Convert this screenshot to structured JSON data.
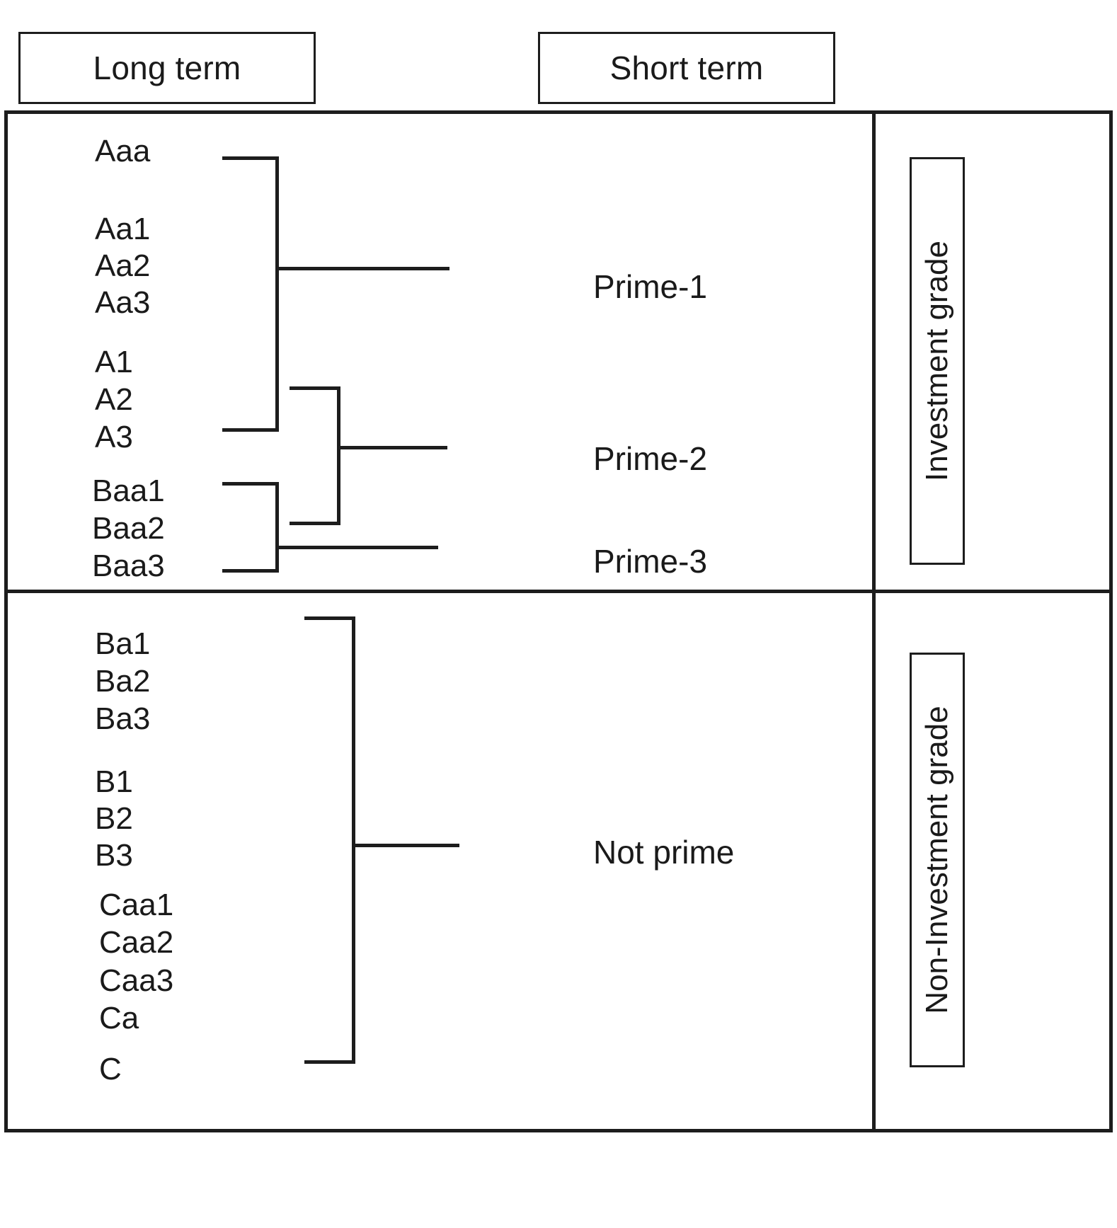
{
  "headers": {
    "long_term": "Long term",
    "short_term": "Short term"
  },
  "sections": [
    {
      "id": "investment",
      "grade_label": "Investment grade",
      "long_term_groups": [
        {
          "id": "aaa",
          "ratings": [
            "Aaa"
          ]
        },
        {
          "id": "aa",
          "ratings": [
            "Aa1",
            "Aa2",
            "Aa3"
          ]
        },
        {
          "id": "a",
          "ratings": [
            "A1",
            "A2",
            "A3"
          ]
        },
        {
          "id": "baa",
          "ratings": [
            "Baa1",
            "Baa2",
            "Baa3"
          ]
        }
      ],
      "short_term": [
        "Prime-1",
        "Prime-2",
        "Prime-3"
      ]
    },
    {
      "id": "non-investment",
      "grade_label": "Non-Investment grade",
      "long_term_groups": [
        {
          "id": "ba",
          "ratings": [
            "Ba1",
            "Ba2",
            "Ba3"
          ]
        },
        {
          "id": "b",
          "ratings": [
            "B1",
            "B2",
            "B3"
          ]
        },
        {
          "id": "caa",
          "ratings": [
            "Caa1",
            "Caa2",
            "Caa3",
            "Ca",
            "C"
          ]
        }
      ],
      "short_term": [
        "Not prime"
      ]
    }
  ],
  "ratings_flat": {
    "aaa": "Aaa",
    "aa1": "Aa1",
    "aa2": "Aa2",
    "aa3": "Aa3",
    "a1": "A1",
    "a2": "A2",
    "a3": "A3",
    "baa1": "Baa1",
    "baa2": "Baa2",
    "baa3": "Baa3",
    "ba1": "Ba1",
    "ba2": "Ba2",
    "ba3": "Ba3",
    "b1": "B1",
    "b2": "B2",
    "b3": "B3",
    "caa1": "Caa1",
    "caa2": "Caa2",
    "caa3": "Caa3",
    "ca": "Ca",
    "c": "C"
  },
  "short_term_flat": {
    "prime1": "Prime-1",
    "prime2": "Prime-2",
    "prime3": "Prime-3",
    "notprime": "Not prime"
  },
  "grades": {
    "investment": "Investment grade",
    "non_investment": "Non-Investment grade"
  },
  "colors": {
    "line": "#1d1d1d",
    "background": "#ffffff",
    "text": "#1a1a1a"
  }
}
